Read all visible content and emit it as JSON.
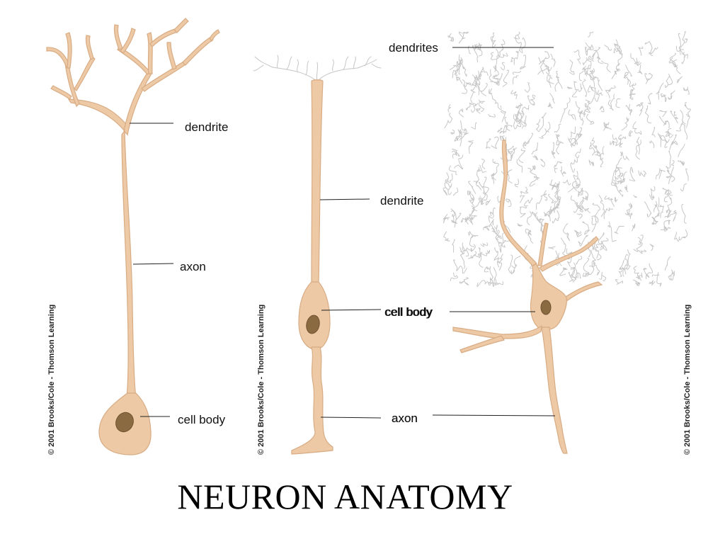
{
  "title": "NEURON ANATOMY",
  "copyright": "© 2001 Brooks/Cole - Thomson Learning",
  "colors": {
    "cytoplasm": "#edc9a6",
    "cytoplasm_outline": "#d8ac84",
    "nucleus": "#8a6a40",
    "fine_dendrites": "#c6c6c6",
    "text": "#111111"
  },
  "neurons": [
    {
      "labels": {
        "dendrite": "dendrite",
        "axon": "axon",
        "cell_body": "cell body"
      }
    },
    {
      "labels": {
        "dendrite": "dendrite",
        "cell_body": "cell body",
        "axon": "axon"
      }
    },
    {
      "labels": {
        "dendrites": "dendrites",
        "cell_body": "cell body",
        "axon": "axon"
      }
    }
  ]
}
